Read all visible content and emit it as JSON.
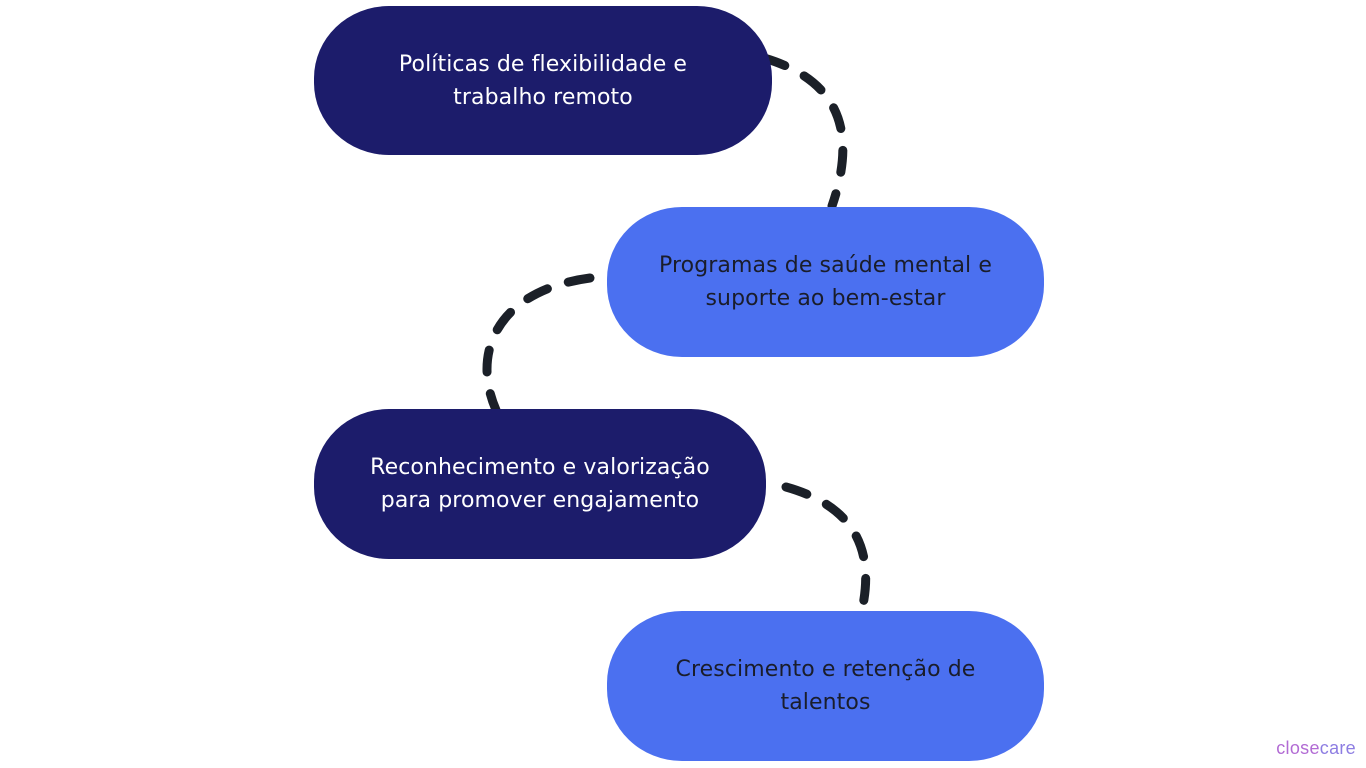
{
  "colors": {
    "dark_node": "#1c1c6b",
    "light_node": "#4b70f0",
    "dark_text": "#ffffff",
    "light_text": "#1a1d2b",
    "connector": "#1b2028",
    "logo_close": "#b26bd4",
    "logo_care": "#8d7de2"
  },
  "steps": [
    {
      "text": "Políticas de flexibilidade e trabalho remoto",
      "style": "dark"
    },
    {
      "text": "Programas de saúde mental e suporte ao bem-estar",
      "style": "light"
    },
    {
      "text": "Reconhecimento e valorização para promover engajamento",
      "style": "dark"
    },
    {
      "text": "Crescimento e retenção de talentos",
      "style": "light"
    }
  ],
  "connections": [
    {
      "from": 1,
      "to": 2,
      "style": "dashed"
    },
    {
      "from": 2,
      "to": 3,
      "style": "dashed"
    },
    {
      "from": 3,
      "to": 4,
      "style": "dashed"
    }
  ],
  "logo": {
    "part1": "close",
    "part2": "care",
    "icon": "closecare-wordmark"
  }
}
